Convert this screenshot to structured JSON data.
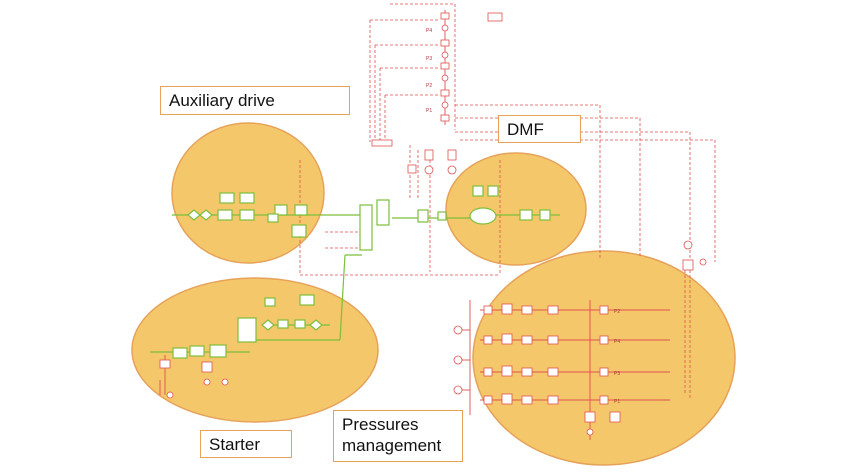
{
  "labels": {
    "auxiliary_drive": "Auxiliary drive",
    "dmf": "DMF",
    "starter": "Starter",
    "pressures_management": "Pressures management"
  },
  "port_labels": {
    "p4_top": "P4",
    "p3_top": "P3",
    "p2_top": "P2",
    "p1_top": "P1",
    "p2_right": "P2",
    "p4_right": "P4",
    "p3_right": "P3",
    "p1_right": "P1"
  },
  "colors": {
    "highlight": "#f5c76b",
    "highlight_border": "#e6a25a",
    "signal": "#e05050",
    "mechanical": "#7cbf3a",
    "text": "#111111"
  }
}
